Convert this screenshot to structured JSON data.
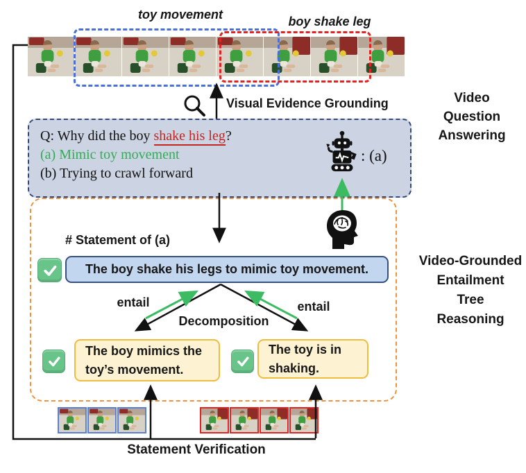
{
  "figure": {
    "top_labels": {
      "toy_movement": "toy movement",
      "boy_shake_leg": "boy shake leg"
    },
    "grounding_label": "Visual Evidence Grounding",
    "question_box": {
      "q_prefix": "Q: Why did the boy ",
      "q_highlight": "shake his leg",
      "q_suffix": "?",
      "option_a": "(a) Mimic toy movement",
      "option_b": "(b) Trying to crawl forward",
      "robot_answer": ": (a)"
    },
    "side_labels": {
      "video_question_answering": "Video\nQuestion\nAnswering",
      "entailment_reasoning": "Video-Grounded\nEntailment\nTree\nReasoning"
    },
    "tree": {
      "header": "# Statement of (a)",
      "root_statement": "The boy shake his legs to mimic toy movement.",
      "entail_left": "entail",
      "entail_right": "entail",
      "decomposition_label": "Decomposition",
      "left_child": "The boy mimics the\ntoy’s movement.",
      "right_child": "The toy is in\nshaking."
    },
    "verification_label": "Statement Verification",
    "strips": {
      "top_frame_variants": [
        "a",
        "a",
        "a",
        "a",
        "a",
        "b",
        "b",
        "b"
      ],
      "blue_frame_count": 3,
      "red_frame_count": 4
    },
    "colors": {
      "question_box_bg": "#ccd3e2",
      "question_box_border": "#33487a",
      "tree_box_border": "#f0923c",
      "root_box_bg": "#c2d6ef",
      "root_box_border": "#35507e",
      "child_box_bg": "#fdf3d3",
      "child_box_border": "#eebc3f",
      "highlight_red": "#c1261f",
      "option_green": "#2fae54",
      "arrow_green": "#3dbb63",
      "film_box_blue": "#4a6fd8",
      "film_box_red": "#e32222",
      "check_green": "#69c48a"
    }
  }
}
